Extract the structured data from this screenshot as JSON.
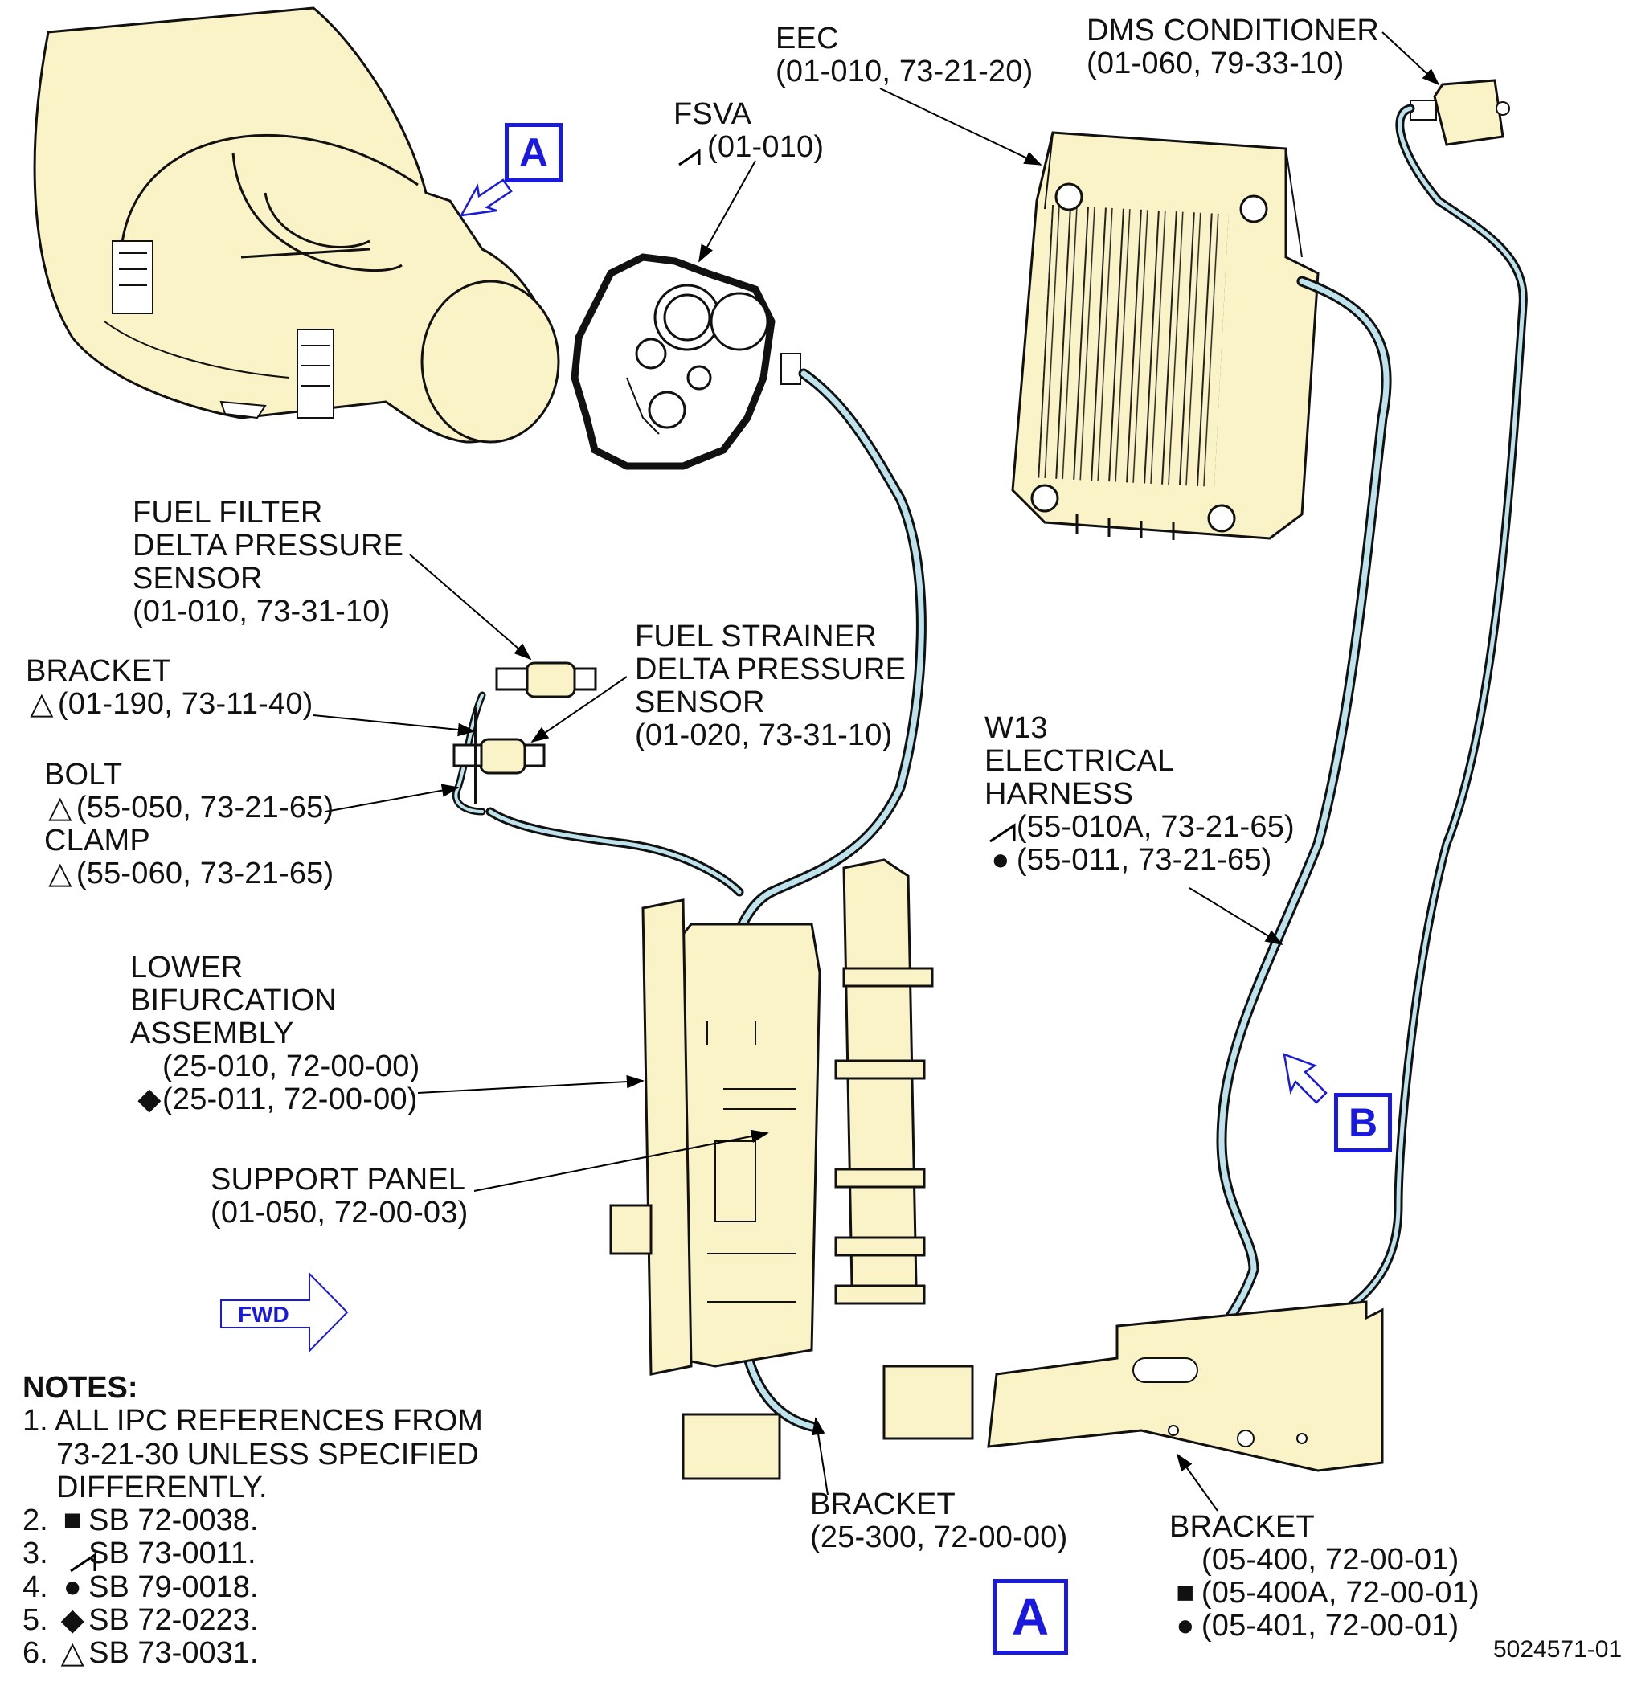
{
  "labels": {
    "eec": [
      "EEC",
      "(01-010, 73-21-20)"
    ],
    "dms": [
      "DMS CONDITIONER",
      "(01-060, 79-33-10)"
    ],
    "fsva": {
      "title": "FSVA",
      "ref": "(01-010)",
      "symbol": "sb73-0011-half-triangle"
    },
    "fuel_filter": [
      "FUEL FILTER",
      "DELTA PRESSURE",
      "SENSOR",
      "(01-010, 73-31-10)"
    ],
    "bracket_top": {
      "title": "BRACKET",
      "ref": "(01-190, 73-11-40)",
      "symbol": "△"
    },
    "fuel_strainer": [
      "FUEL STRAINER",
      "DELTA PRESSURE",
      "SENSOR",
      "(01-020, 73-31-10)"
    ],
    "bolt": {
      "title": "BOLT",
      "ref": "(55-050, 73-21-65)",
      "symbol": "△"
    },
    "clamp": {
      "title": "CLAMP",
      "ref": "(55-060, 73-21-65)",
      "symbol": "△"
    },
    "w13": {
      "lines": [
        "W13",
        "ELECTRICAL",
        "HARNESS"
      ],
      "ref1": "(55-010A, 73-21-65)",
      "ref2": "(55-011, 73-21-65)",
      "symbol2": "●"
    },
    "lower_bif": {
      "lines": [
        "LOWER",
        "BIFURCATION",
        "ASSEMBLY"
      ],
      "ref1": "(25-010, 72-00-00)",
      "ref2": "(25-011, 72-00-00)",
      "symbol2": "◆"
    },
    "support_panel": [
      "SUPPORT PANEL",
      "(01-050, 72-00-03)"
    ],
    "bracket_bottom": [
      "BRACKET",
      "(25-300, 72-00-00)"
    ],
    "bracket_right": {
      "title": "BRACKET",
      "ref1": "(05-400, 72-00-01)",
      "ref2": "(05-400A, 72-00-01)",
      "ref3": "(05-401, 72-00-01)",
      "symbol2": "■",
      "symbol3": "●"
    }
  },
  "views": {
    "a_top": "A",
    "b": "B",
    "a_bottom": "A"
  },
  "fwd": "FWD",
  "notes": {
    "heading": "NOTES:",
    "n1": [
      "1. ALL IPC REFERENCES FROM",
      "73-21-30 UNLESS SPECIFIED",
      "DIFFERENTLY."
    ],
    "n2": {
      "num": "2.",
      "sym": "■",
      "text": "SB 72-0038."
    },
    "n3": {
      "num": "3.",
      "sym": "half-triangle",
      "text": "SB 73-0011."
    },
    "n4": {
      "num": "4.",
      "sym": "●",
      "text": "SB 79-0018."
    },
    "n5": {
      "num": "5.",
      "sym": "◆",
      "text": "SB 72-0223."
    },
    "n6": {
      "num": "6.",
      "sym": "△",
      "text": "SB 73-0031."
    }
  },
  "drawing_number": "5024571-01",
  "colors": {
    "part_fill": "#faf3c8",
    "harness": "#bfe3ec",
    "reference_blue": "#1a1adf"
  }
}
